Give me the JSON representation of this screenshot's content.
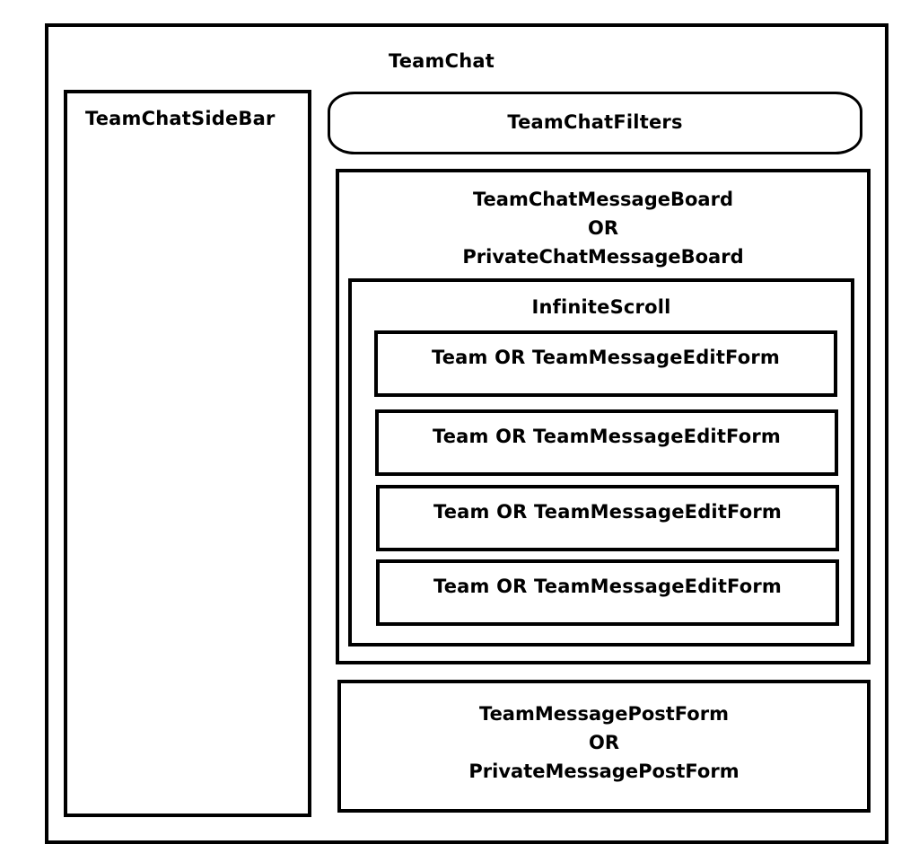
{
  "title": "TeamChat",
  "sidebar": {
    "label": "TeamChatSideBar"
  },
  "filters": {
    "label": "TeamChatFilters"
  },
  "message_board": {
    "lines": [
      "TeamChatMessageBoard",
      "OR",
      "PrivateChatMessageBoard"
    ]
  },
  "infinite_scroll": {
    "label": "InfiniteScroll",
    "items": [
      {
        "label": "Team OR TeamMessageEditForm"
      },
      {
        "label": "Team OR TeamMessageEditForm"
      },
      {
        "label": "Team OR TeamMessageEditForm"
      },
      {
        "label": "Team OR TeamMessageEditForm"
      }
    ]
  },
  "post_form": {
    "lines": [
      "TeamMessagePostForm",
      "OR",
      "PrivateMessagePostForm"
    ]
  }
}
